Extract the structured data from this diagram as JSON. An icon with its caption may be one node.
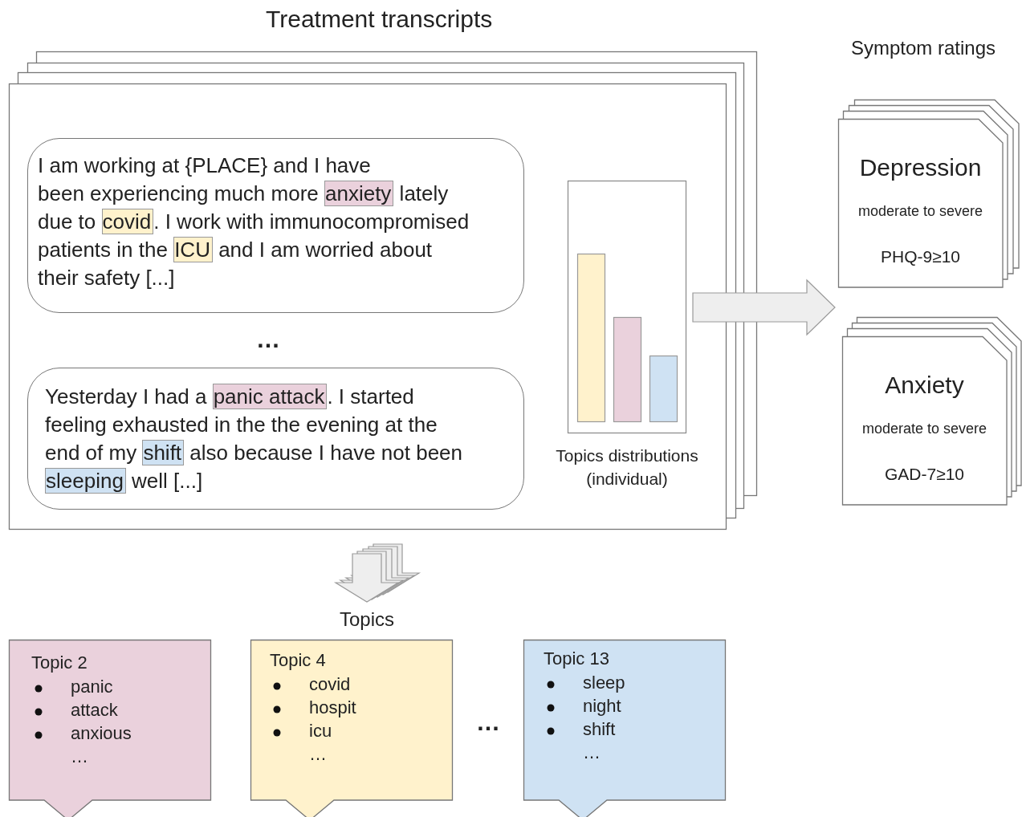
{
  "diagram": {
    "nodes": [
      {
        "text": [
          "Treatment transcripts"
        ]
      },
      {
        "text": [
          "I am working at {PLACE} and I have been experiencing much more anxiety lately due to covid. I work with immunocompromised patients in the ICU and I am worried about their safety [...]"
        ],
        "in": 0
      },
      {
        "text": [
          "Yesterday I had a panic attack. I started feeling exhausted in the the evening at the end of my shift also because I have not been sleeping well [...]"
        ],
        "in": 0
      },
      {
        "text": [],
        "shape": "box",
        "beside": [
          "Topics distributions (individual)"
        ],
        "in": 0
      },
      {
        "text": [
          "Depression",
          "moderate to severe",
          "PHQ-9≥10"
        ]
      },
      {
        "text": [
          "Anxiety",
          "moderate to severe",
          "GAD-7≥10"
        ]
      },
      {
        "text": [
          "Topics"
        ]
      },
      {
        "text": [
          "Topic 2",
          "panic",
          "attack",
          "anxious",
          "…"
        ]
      },
      {
        "text": [
          "Topic 4",
          "covid",
          "hospit",
          "icu",
          "…"
        ]
      },
      {
        "text": [
          "Topic 13",
          "sleep",
          "night",
          "shift",
          "…"
        ]
      }
    ],
    "edges": [
      {
        "from": 3,
        "to": null,
        "arrow": "to",
        "style": "thick"
      },
      {
        "from": 0,
        "to": 6,
        "arrow": "to",
        "style": "thick"
      }
    ],
    "labels": [
      "…",
      "Symptom ratings",
      "…"
    ]
  }
}
